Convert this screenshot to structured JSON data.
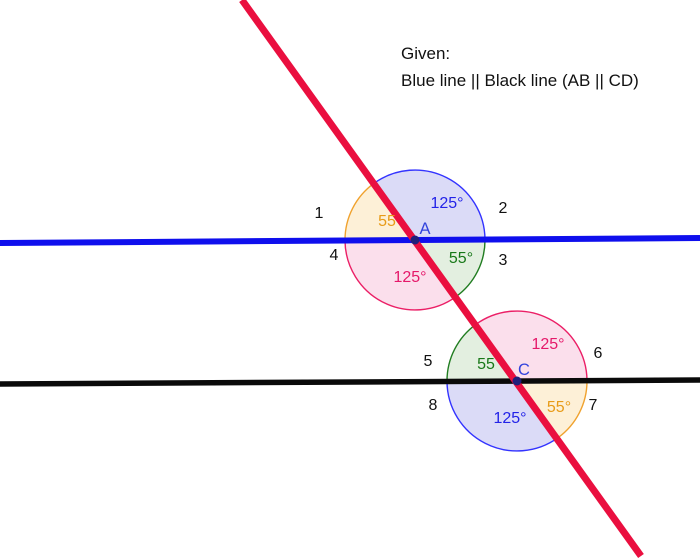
{
  "given": {
    "line1": "Given:",
    "line2": "Blue line || Black line (AB || CD)"
  },
  "points": {
    "a": {
      "label": "A"
    },
    "c": {
      "label": "C"
    }
  },
  "intersection_a": {
    "angle_top_right": "125°",
    "angle_top_left": "55",
    "angle_bottom_right": "55°",
    "angle_bottom_left": "125°",
    "region_1": "1",
    "region_2": "2",
    "region_3": "3",
    "region_4": "4"
  },
  "intersection_c": {
    "angle_top_right": "125°",
    "angle_top_left": "55",
    "angle_bottom_right": "55°",
    "angle_bottom_left": "125°",
    "region_5": "5",
    "region_6": "6",
    "region_7": "7",
    "region_8": "8"
  },
  "colors": {
    "red_line": "#ea0f3f",
    "blue_line": "#0f0fed",
    "black_line": "#0a0a0a",
    "sector_blue_fill": "#dbdbf7",
    "sector_blue_stroke": "#3333ff",
    "sector_orange_fill": "#fdf0d7",
    "sector_orange_stroke": "#f0a22e",
    "sector_pink_fill": "#fbdfec",
    "sector_pink_stroke": "#eb1f66",
    "sector_green_fill": "#e3efe0",
    "sector_green_stroke": "#217d21",
    "label_blue": "#2323e8",
    "label_orange": "#e89b17",
    "label_green": "#187818",
    "label_pink": "#e5196a",
    "point_label": "#3344dd",
    "point_dot": "#20207a",
    "text_color": "#111111"
  }
}
